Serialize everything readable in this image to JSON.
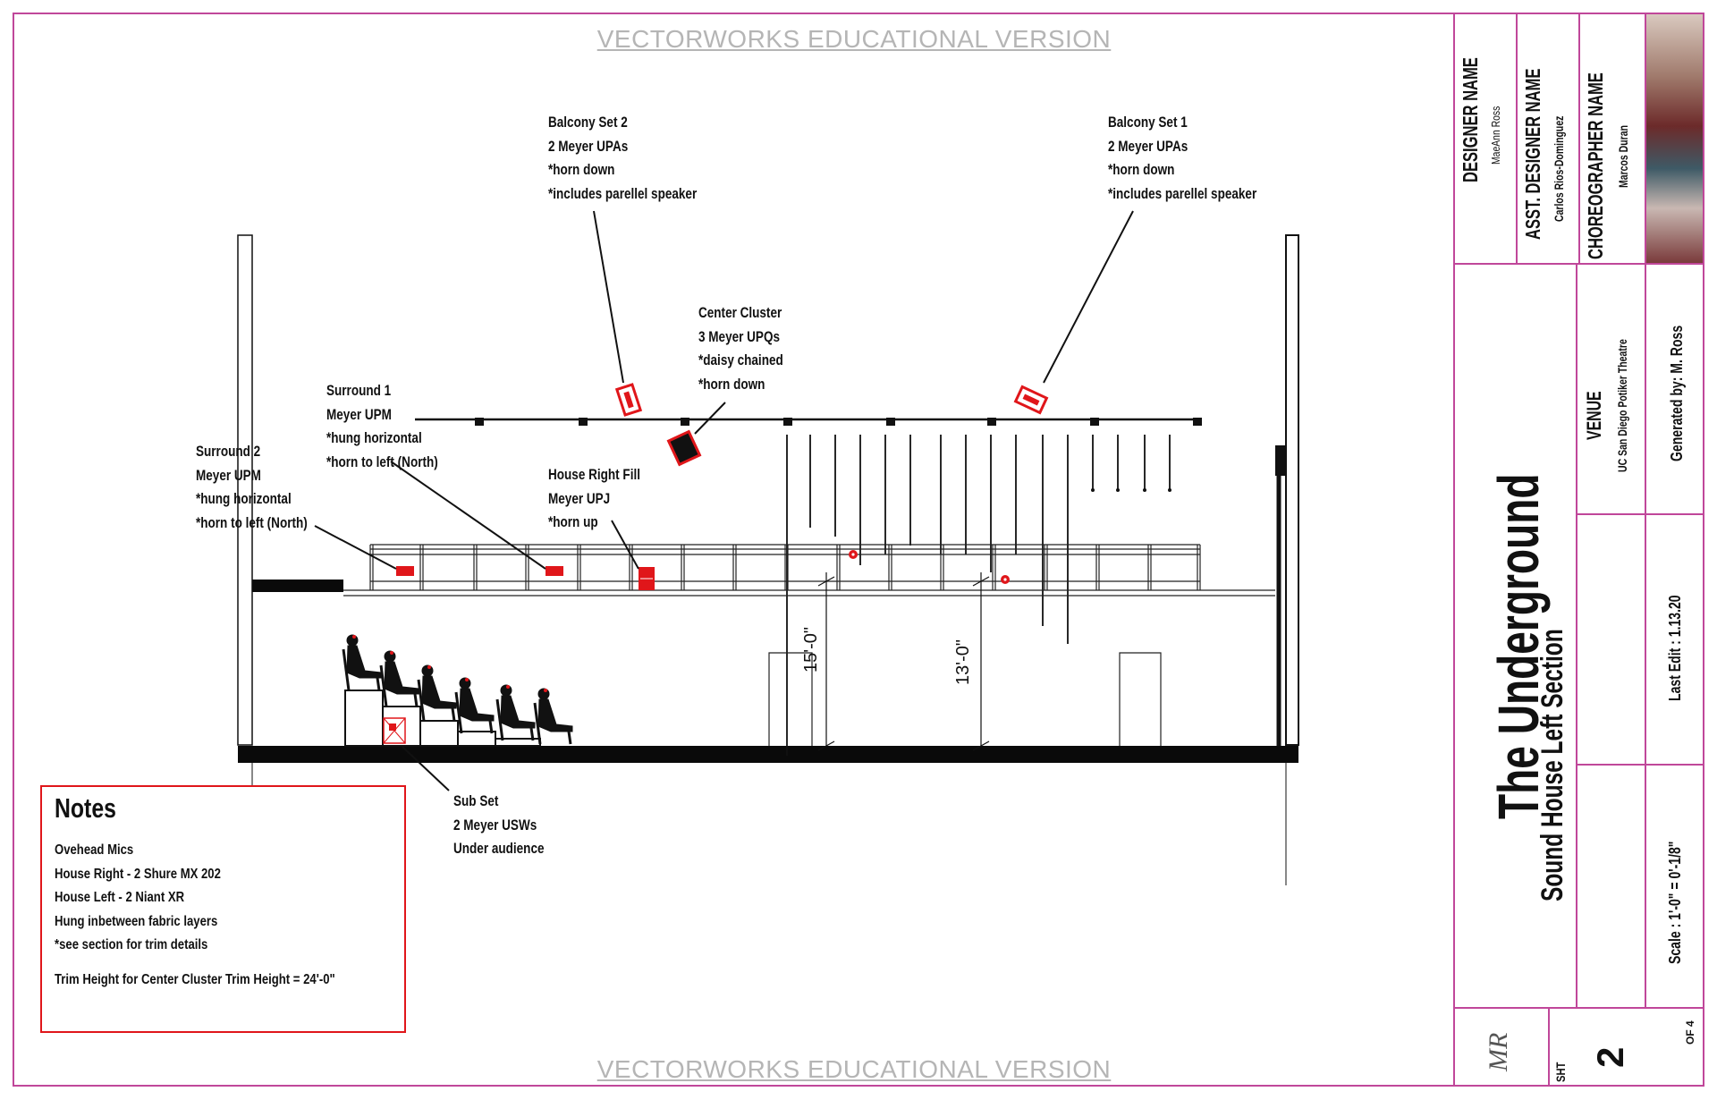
{
  "watermark": "VECTORWORKS EDUCATIONAL VERSION",
  "callouts": {
    "balcony_set_2": [
      "Balcony Set 2",
      "2 Meyer UPAs",
      "*horn down",
      "*includes parellel speaker"
    ],
    "balcony_set_1": [
      "Balcony Set 1",
      "2 Meyer UPAs",
      "*horn down",
      "*includes parellel speaker"
    ],
    "center_cluster": [
      "Center Cluster",
      "3 Meyer UPQs",
      "*daisy chained",
      "*horn down"
    ],
    "surround_1": [
      "Surround 1",
      "Meyer UPM",
      "*hung horizontal",
      "*horn to left (North)"
    ],
    "surround_2": [
      "Surround 2",
      "Meyer UPM",
      "*hung horizontal",
      "*horn to left (North)"
    ],
    "house_right_fill": [
      "House Right Fill",
      "Meyer UPJ",
      "*horn up"
    ],
    "sub_set": [
      "Sub Set",
      "2 Meyer USWs",
      "Under audience"
    ]
  },
  "dimensions": {
    "dim_1": "15'-0\"",
    "dim_2": "13'-0\""
  },
  "notes": {
    "title": "Notes",
    "lines": [
      "Ovehead Mics",
      "House Right - 2 Shure MX 202",
      "House Left - 2 Niant XR",
      "Hung inbetween fabric layers",
      "*see section for trim details"
    ],
    "trim": "Trim Height for Center Cluster Trim Height = 24'-0\""
  },
  "title_block": {
    "designer_label": "DESIGNER NAME",
    "designer_name": "MaeAnn Ross",
    "asst_label": "ASST.  DESIGNER NAME",
    "asst_name": "Carlos Rios-Dominguez",
    "choreographer_label": "CHOREOGRAPHER NAME",
    "choreographer_name": "Marcos Duran",
    "show_title": "The Underground",
    "venue_label": "VENUE",
    "venue_name": "UC San Diego Potiker Theatre",
    "generated_by": "Generated by: M. Ross",
    "sheet_title": "Sound House Left Section",
    "last_edit": "Last Edit : 1.13.20",
    "scale": "Scale : 1'-0\" = 0'-1/8\"",
    "sht_label": "SHT",
    "sheet_number": "2",
    "of_total": "OF 4",
    "monogram": "MR"
  },
  "colors": {
    "frame": "#c0479a",
    "speaker": "#e0161a",
    "ink": "#111111"
  }
}
